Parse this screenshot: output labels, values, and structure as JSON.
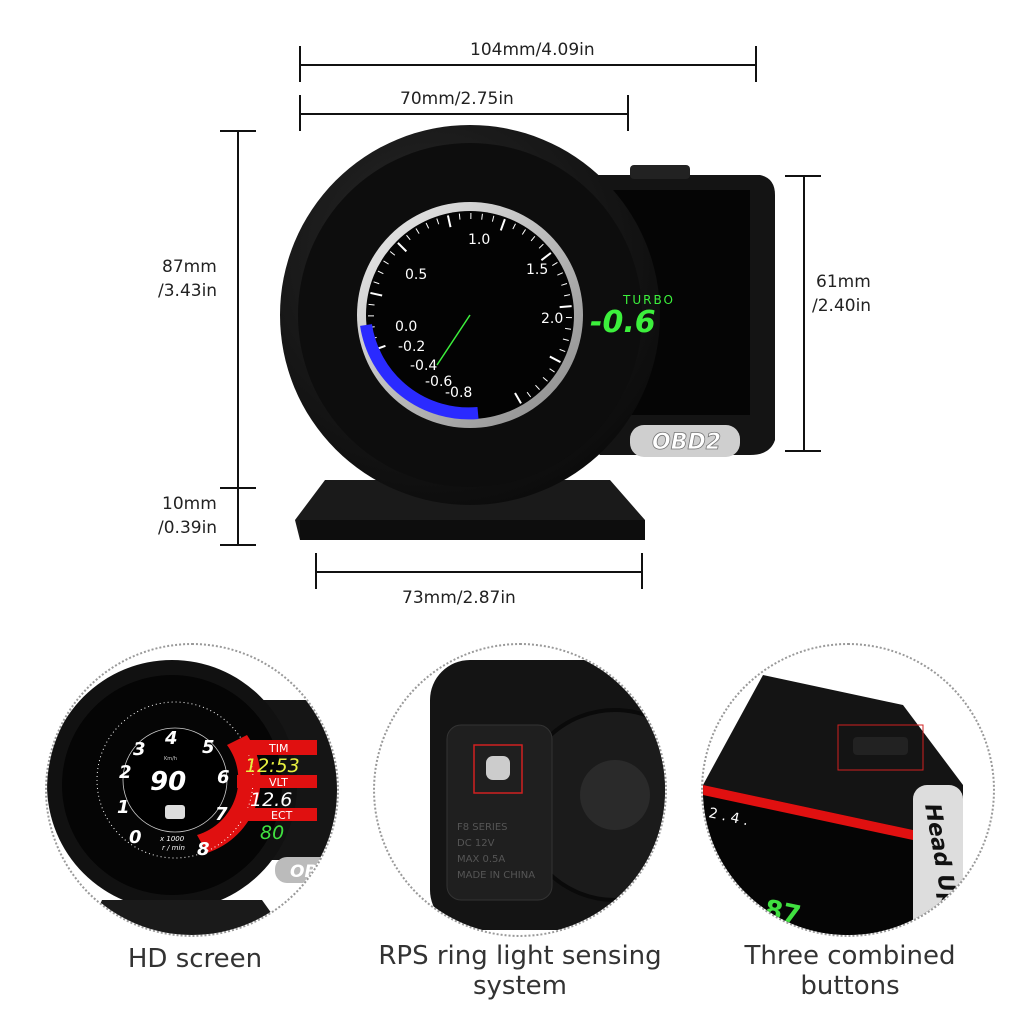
{
  "dimensions": {
    "total_width": "104mm/4.09in",
    "screen_width": "70mm/2.75in",
    "height_mm": "87mm",
    "height_in": "/3.43in",
    "base_height_mm": "10mm",
    "base_height_in": "/0.39in",
    "side_height_mm": "61mm",
    "side_height_in": "/2.40in",
    "base_width": "73mm/2.87in"
  },
  "main_device": {
    "gauge_labels": [
      "1.0",
      "0.5",
      "1.5",
      "2.0",
      "0.0",
      "-0.2",
      "-0.4",
      "-0.6",
      "-0.8"
    ],
    "readout_label": "TURBO",
    "readout_value": "-0.6",
    "badge": "OBD2",
    "colors": {
      "readout": "#3cf03c",
      "boost_arc": "#2a2aff"
    }
  },
  "panels": [
    {
      "caption": "HD screen",
      "rpm_labels": [
        "0",
        "1",
        "2",
        "3",
        "4",
        "5",
        "6",
        "7",
        "8"
      ],
      "speed_unit": "Km/h",
      "speed": "90",
      "rpm_unit_1": "x 1000",
      "rpm_unit_2": "r / min",
      "tim_label": "TIM",
      "tim_value": "12:53",
      "vlt_label": "VLT",
      "vlt_value": "12.6",
      "ect_label": "ECT",
      "ect_value": "80",
      "badge": "OBD"
    },
    {
      "caption_1": "RPS ring light sensing",
      "caption_2": "system",
      "label_lines": [
        "F8 SERIES",
        "DC 12V",
        "MAX 0.5A",
        "MADE IN CHINA"
      ]
    },
    {
      "caption_1": "Three combined",
      "caption_2": "buttons",
      "side_text": "Head Up",
      "screen_digits": "2 . 4 .",
      "screen_value": "87"
    }
  ]
}
